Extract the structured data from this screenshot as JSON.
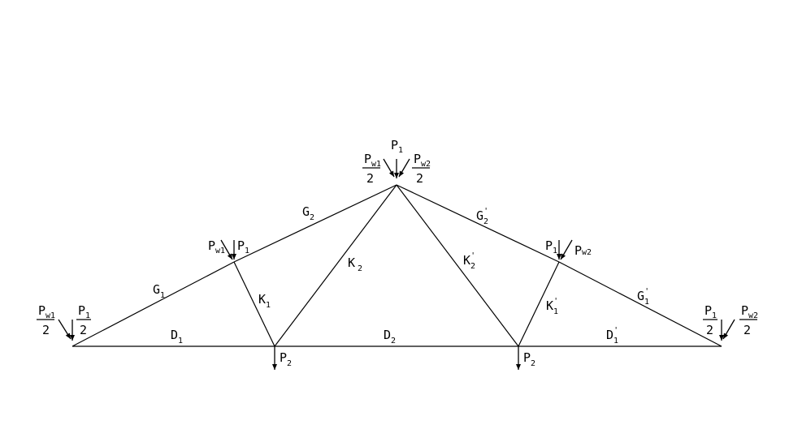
{
  "members": {
    "G1": {
      "base": "G",
      "sub": "1",
      "prime": false
    },
    "G2": {
      "base": "G",
      "sub": "2",
      "prime": false
    },
    "G2p": {
      "base": "G",
      "sub": "2",
      "prime": true
    },
    "G1p": {
      "base": "G",
      "sub": "1",
      "prime": true
    },
    "K1": {
      "base": "K",
      "sub": "1",
      "prime": false
    },
    "K2": {
      "base": "K",
      "sub": "2",
      "prime": false
    },
    "K2p": {
      "base": "K",
      "sub": "2",
      "prime": true
    },
    "K1p": {
      "base": "K",
      "sub": "1",
      "prime": true
    },
    "D1": {
      "base": "D",
      "sub": "1",
      "prime": false
    },
    "D2": {
      "base": "D",
      "sub": "2",
      "prime": false
    },
    "D1p": {
      "base": "D",
      "sub": "1",
      "prime": true
    }
  },
  "loads": {
    "P1": {
      "base": "P",
      "sub": "1"
    },
    "P2": {
      "base": "P",
      "sub": "2"
    },
    "Pw1": {
      "base": "P",
      "sub": "w1"
    },
    "Pw2": {
      "base": "P",
      "sub": "w2"
    },
    "half_denominator": "2",
    "prime_mark": "'"
  },
  "colors": {
    "line": "#000000",
    "background": "#ffffff"
  }
}
